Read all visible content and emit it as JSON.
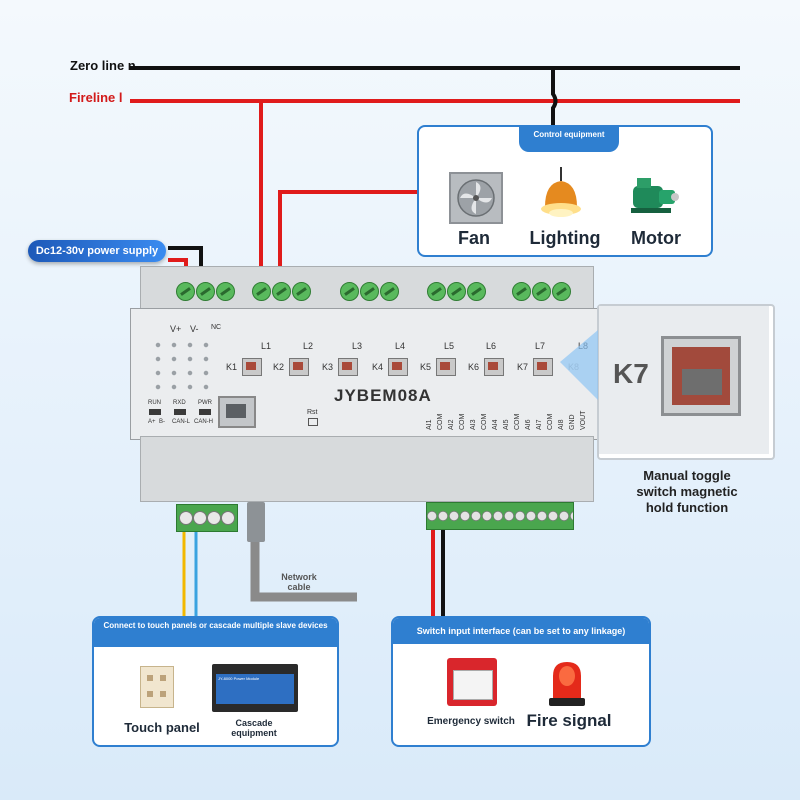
{
  "lines": {
    "zero": "Zero line n",
    "fire": "Fireline l"
  },
  "power_supply": "Dc12-30v power supply",
  "device": {
    "model": "JYBEM08A",
    "relays": [
      "L1",
      "L2",
      "L3",
      "L4",
      "L5",
      "L6",
      "L7",
      "L8"
    ],
    "buttons": [
      "K1",
      "K2",
      "K3",
      "K4",
      "K5",
      "K6",
      "K7",
      "K8"
    ],
    "power_terms": [
      "V+",
      "V-",
      "NC"
    ],
    "leds": [
      "RUN",
      "RXD",
      "PWR"
    ],
    "can_labels": [
      "A+",
      "B-",
      "CAN-L",
      "CAN-H"
    ],
    "rst": "Rst",
    "io_labels": [
      "AI1",
      "COM",
      "AI2",
      "COM",
      "AI3",
      "COM",
      "AI4",
      "AI5",
      "COM",
      "AI6",
      "AI7",
      "COM",
      "AI8",
      "GND",
      "VOUT"
    ]
  },
  "control_equipment": {
    "title": "Control equipment",
    "items": [
      "Fan",
      "Lighting",
      "Motor"
    ]
  },
  "zoom": {
    "key_label": "K7",
    "caption": "Manual toggle switch magnetic hold function"
  },
  "network": "Network cable",
  "touch_box": {
    "title": "Connect to touch panels or cascade multiple slave devices",
    "items": [
      "Touch panel",
      "Cascade equipment"
    ],
    "cascade_module_text": "JY-8000 Power Module"
  },
  "switch_box": {
    "title": "Switch input interface (can be set to any linkage)",
    "items": [
      "Emergency switch",
      "Fire signal"
    ]
  },
  "colors": {
    "accent": "#2f7fd0",
    "fire_wire": "#e01b1b",
    "zero_wire": "#111111",
    "terminal_green": "#59b95d"
  }
}
